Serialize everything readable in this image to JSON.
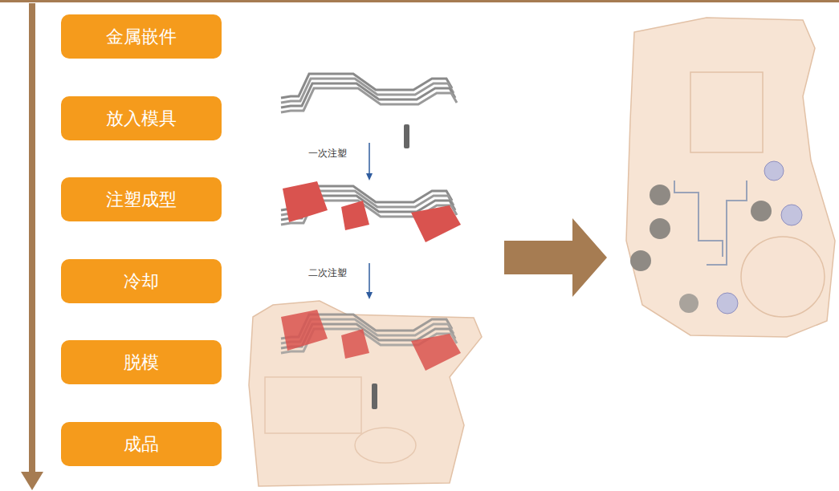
{
  "diagram": {
    "nodes": [
      {
        "text": [
          "金属嵌件"
        ]
      },
      {
        "text": [
          "放入模具"
        ]
      },
      {
        "text": [
          "注塑成型"
        ]
      },
      {
        "text": [
          "冷却"
        ]
      },
      {
        "text": [
          "脱模"
        ]
      },
      {
        "text": [
          "成品"
        ]
      }
    ],
    "labels": [
      "一次注塑",
      "二次注塑"
    ]
  }
}
